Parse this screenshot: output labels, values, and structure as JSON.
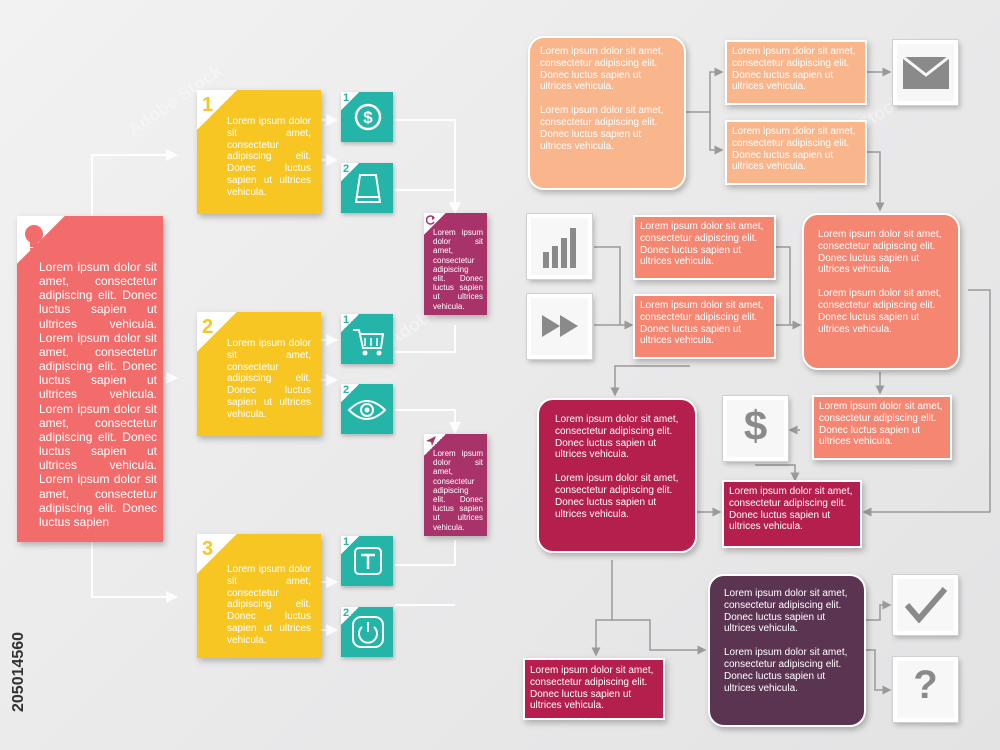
{
  "colors": {
    "red": "#f26c6c",
    "yellow": "#f7c623",
    "teal": "#24b5a8",
    "magenta": "#a8336a",
    "peach": "#f9b58c",
    "salmon": "#f58672",
    "crimson": "#b51f4d",
    "plum": "#5b3452",
    "grey": "#8a8a8a"
  },
  "left": {
    "main_text": "Lorem ipsum dolor sit amet, consectetur adipiscing elit. Donec luctus sapien ut ultrices vehicula. Lorem ipsum dolor sit amet, consectetur adipiscing elit. Donec luctus sapien ut ultrices vehicula. Lorem ipsum dolor sit amet, consectetur adipiscing elit. Donec luctus sapien ut ultrices vehicula. Lorem ipsum dolor sit amet, consectetur adipiscing elit. Donec luctus sapien",
    "main_icon": "lightbulb-icon",
    "steps": [
      {
        "num": "1",
        "text": "Lorem ipsum dolor sit amet, consectetur adipiscing elit. Donec luctus sapien ut ultrices vehicula.",
        "icons": [
          {
            "num": "1",
            "icon": "dollar-coin-icon"
          },
          {
            "num": "2",
            "icon": "cup-icon"
          }
        ]
      },
      {
        "num": "2",
        "text": "Lorem ipsum dolor sit amet, consectetur adipiscing elit. Donec luctus sapien ut ultrices vehicula.",
        "icons": [
          {
            "num": "1",
            "icon": "shopping-cart-icon"
          },
          {
            "num": "2",
            "icon": "eye-icon"
          }
        ]
      },
      {
        "num": "3",
        "text": "Lorem ipsum dolor sit amet, consectetur adipiscing elit. Donec luctus sapien ut ultrices vehicula.",
        "icons": [
          {
            "num": "1",
            "icon": "text-tool-icon"
          },
          {
            "num": "2",
            "icon": "power-icon"
          }
        ]
      }
    ],
    "results": [
      {
        "icon": "refresh-icon",
        "text": "Lorem ipsum dolor sit amet, consectetur adipiscing elit. Donec luctus sapien ut ultrices vehicula."
      },
      {
        "icon": "send-icon",
        "text": "Lorem ipsum dolor sit amet, consectetur adipiscing elit. Donec luctus sapien ut ultrices vehicula."
      }
    ],
    "sidebar_id": "205014560"
  },
  "right": {
    "peach_big": "Lorem ipsum dolor sit amet, consectetur adipiscing elit. Donec luctus sapien ut ultrices vehicula.",
    "peach_big_2": "Lorem ipsum dolor sit amet, consectetur adipiscing elit. Donec luctus sapien ut ultrices vehicula.",
    "peach_small_1": "Lorem ipsum dolor sit amet, consectetur adipiscing elit. Donec luctus sapien ut ultrices vehicula.",
    "peach_small_2": "Lorem ipsum dolor sit amet, consectetur adipiscing elit. Donec luctus sapien ut ultrices vehicula.",
    "salmon_1": "Lorem ipsum dolor sit amet, consectetur adipiscing elit. Donec luctus sapien ut ultrices vehicula.",
    "salmon_2": "Lorem ipsum dolor sit amet, consectetur adipiscing elit. Donec luctus sapien ut ultrices vehicula.",
    "salmon_big": "Lorem ipsum dolor sit amet, consectetur adipiscing elit. Donec luctus sapien ut ultrices vehicula.",
    "salmon_big_2": "Lorem ipsum dolor sit amet, consectetur adipiscing elit. Donec luctus sapien ut ultrices vehicula.",
    "salmon_small": "Lorem ipsum dolor sit amet, consectetur adipiscing elit. Donec luctus sapien ut ultrices vehicula.",
    "crimson_big": "Lorem ipsum dolor sit amet, consectetur adipiscing elit. Donec luctus sapien ut ultrices vehicula.",
    "crimson_big_2": "Lorem ipsum dolor sit amet, consectetur adipiscing elit. Donec luctus sapien ut ultrices vehicula.",
    "crimson_small_1": "Lorem ipsum dolor sit amet, consectetur adipiscing elit. Donec luctus sapien ut ultrices vehicula.",
    "crimson_small_2": "Lorem ipsum dolor sit amet, consectetur adipiscing elit. Donec luctus sapien ut ultrices vehicula.",
    "plum_big": "Lorem ipsum dolor sit amet, consectetur adipiscing elit. Donec luctus sapien ut ultrices vehicula.",
    "plum_big_2": "Lorem ipsum dolor sit amet, consectetur adipiscing elit. Donec luctus sapien ut ultrices vehicula.",
    "dollar_sign": "$",
    "question_mark": "?"
  }
}
